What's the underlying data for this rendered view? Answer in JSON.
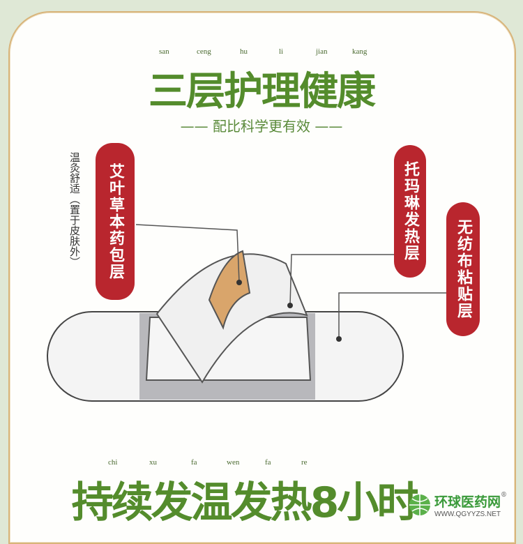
{
  "header": {
    "pinyin": [
      "san",
      "ceng",
      "hu",
      "li",
      "jian",
      "kang"
    ],
    "title": "三层护理健康",
    "subtitle": "配比科学更有效",
    "dash": "——"
  },
  "layers": [
    {
      "label": "艾叶草本药包层",
      "note": "温灸舒适（置于皮肤外）"
    },
    {
      "label": "托玛琳发热层"
    },
    {
      "label": "无纺布粘贴层"
    }
  ],
  "footer": {
    "pinyin": [
      "chi",
      "xu",
      "fa",
      "wen",
      "fa",
      "re"
    ],
    "title": "持续发温发热8小时"
  },
  "watermark": {
    "name": "环球医药网",
    "url": "WWW.QGYYZS.NET",
    "mark": "®"
  },
  "colors": {
    "green": "#548c2c",
    "red": "#b9262e",
    "gold": "#d8b47a"
  }
}
